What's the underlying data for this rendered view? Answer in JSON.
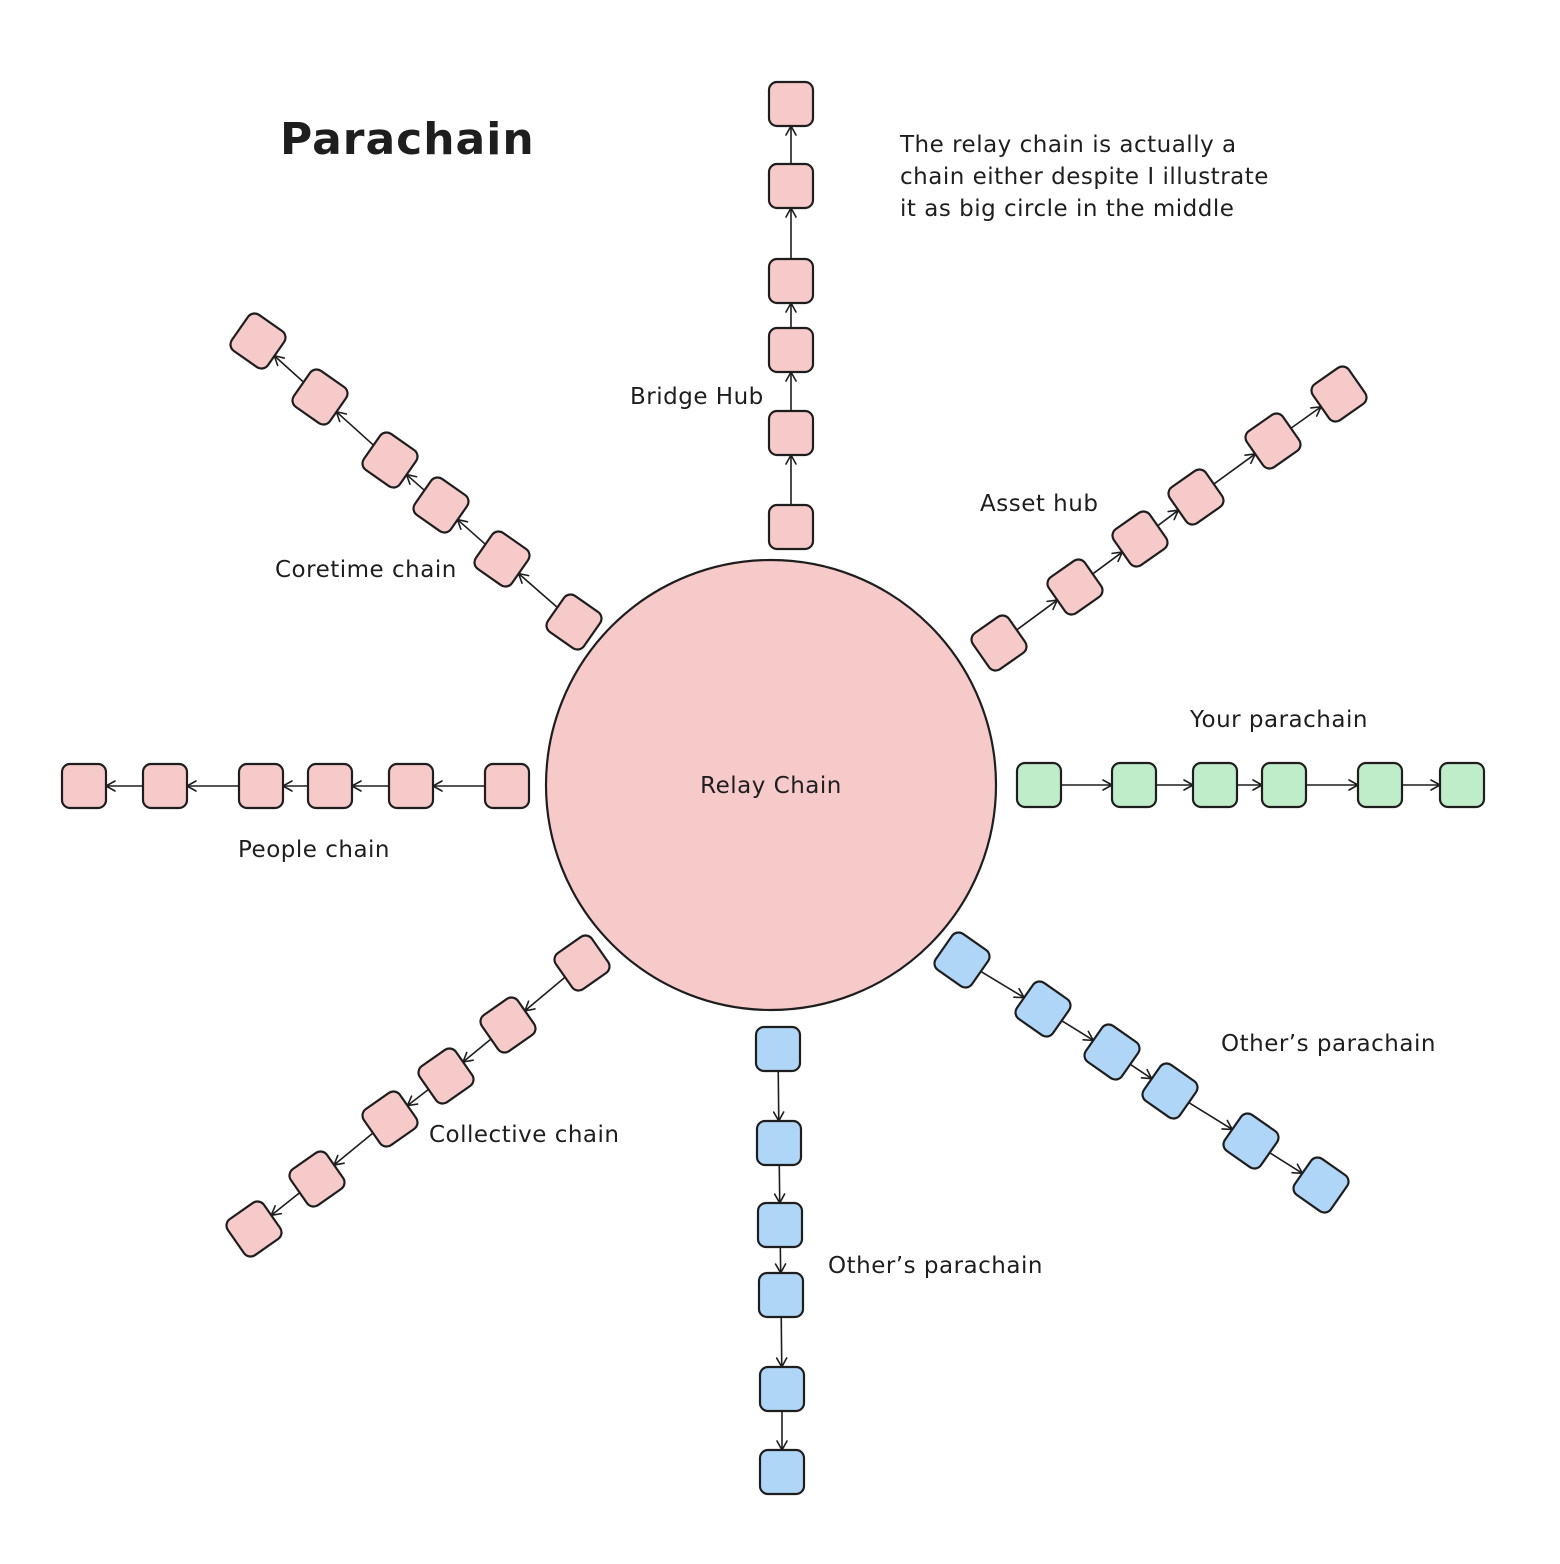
{
  "title": "Parachain",
  "note_lines": [
    "The relay chain is actually a",
    "chain either despite I illustrate",
    "it as big circle in the middle"
  ],
  "relay": {
    "label": "Relay Chain"
  },
  "colors": {
    "relay_fill": "#f7caca",
    "system_block": "#f7caca",
    "your_block": "#bfedc9",
    "others_block": "#b0d6f7",
    "note": "#e9a52f",
    "stroke": "#1e1e1e"
  },
  "chains": [
    {
      "id": "bridge-hub",
      "label": "Bridge Hub",
      "kind": "system",
      "blocks": 6,
      "direction": "outward"
    },
    {
      "id": "asset-hub",
      "label": "Asset hub",
      "kind": "system",
      "blocks": 6,
      "direction": "outward"
    },
    {
      "id": "your-parachain",
      "label": "Your parachain",
      "kind": "your",
      "blocks": 6,
      "direction": "outward"
    },
    {
      "id": "others-parachain-se",
      "label": "Other’s parachain",
      "kind": "others",
      "blocks": 6,
      "direction": "outward"
    },
    {
      "id": "others-parachain-s",
      "label": "Other’s parachain",
      "kind": "others",
      "blocks": 6,
      "direction": "outward"
    },
    {
      "id": "collective-chain",
      "label": "Collective chain",
      "kind": "system",
      "blocks": 6,
      "direction": "outward"
    },
    {
      "id": "people-chain",
      "label": "People chain",
      "kind": "system",
      "blocks": 6,
      "direction": "outward"
    },
    {
      "id": "coretime-chain",
      "label": "Coretime chain",
      "kind": "system",
      "blocks": 6,
      "direction": "outward"
    }
  ]
}
